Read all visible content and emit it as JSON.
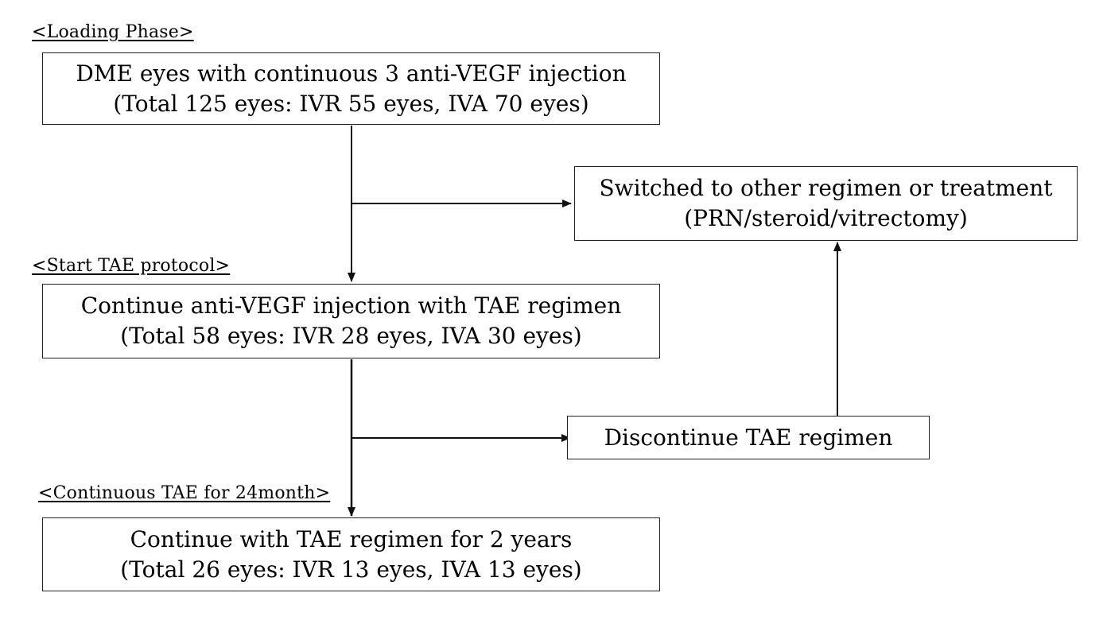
{
  "phases": {
    "loading": "<Loading Phase>",
    "start_tae": "<Start TAE protocol>",
    "continuous_tae": "<Continuous TAE for 24month>"
  },
  "nodes": {
    "loading_box": {
      "line1": "DME eyes with continuous 3 anti-VEGF injection",
      "line2": "(Total 125 eyes: IVR 55 eyes, IVA 70 eyes)"
    },
    "switched_box": {
      "line1": "Switched to other regimen or treatment",
      "line2": "(PRN/steroid/vitrectomy)"
    },
    "tae_box": {
      "line1": "Continue anti-VEGF injection with TAE regimen",
      "line2": "(Total 58 eyes: IVR 28 eyes, IVA 30 eyes)"
    },
    "discontinue_box": {
      "line1": "Discontinue TAE regimen"
    },
    "two_year_box": {
      "line1": "Continue with TAE regimen for 2 years",
      "line2": "(Total 26 eyes: IVR 13 eyes, IVA 13 eyes)"
    }
  },
  "colors": {
    "line": "#111111",
    "border": "#222222",
    "background": "#ffffff"
  }
}
